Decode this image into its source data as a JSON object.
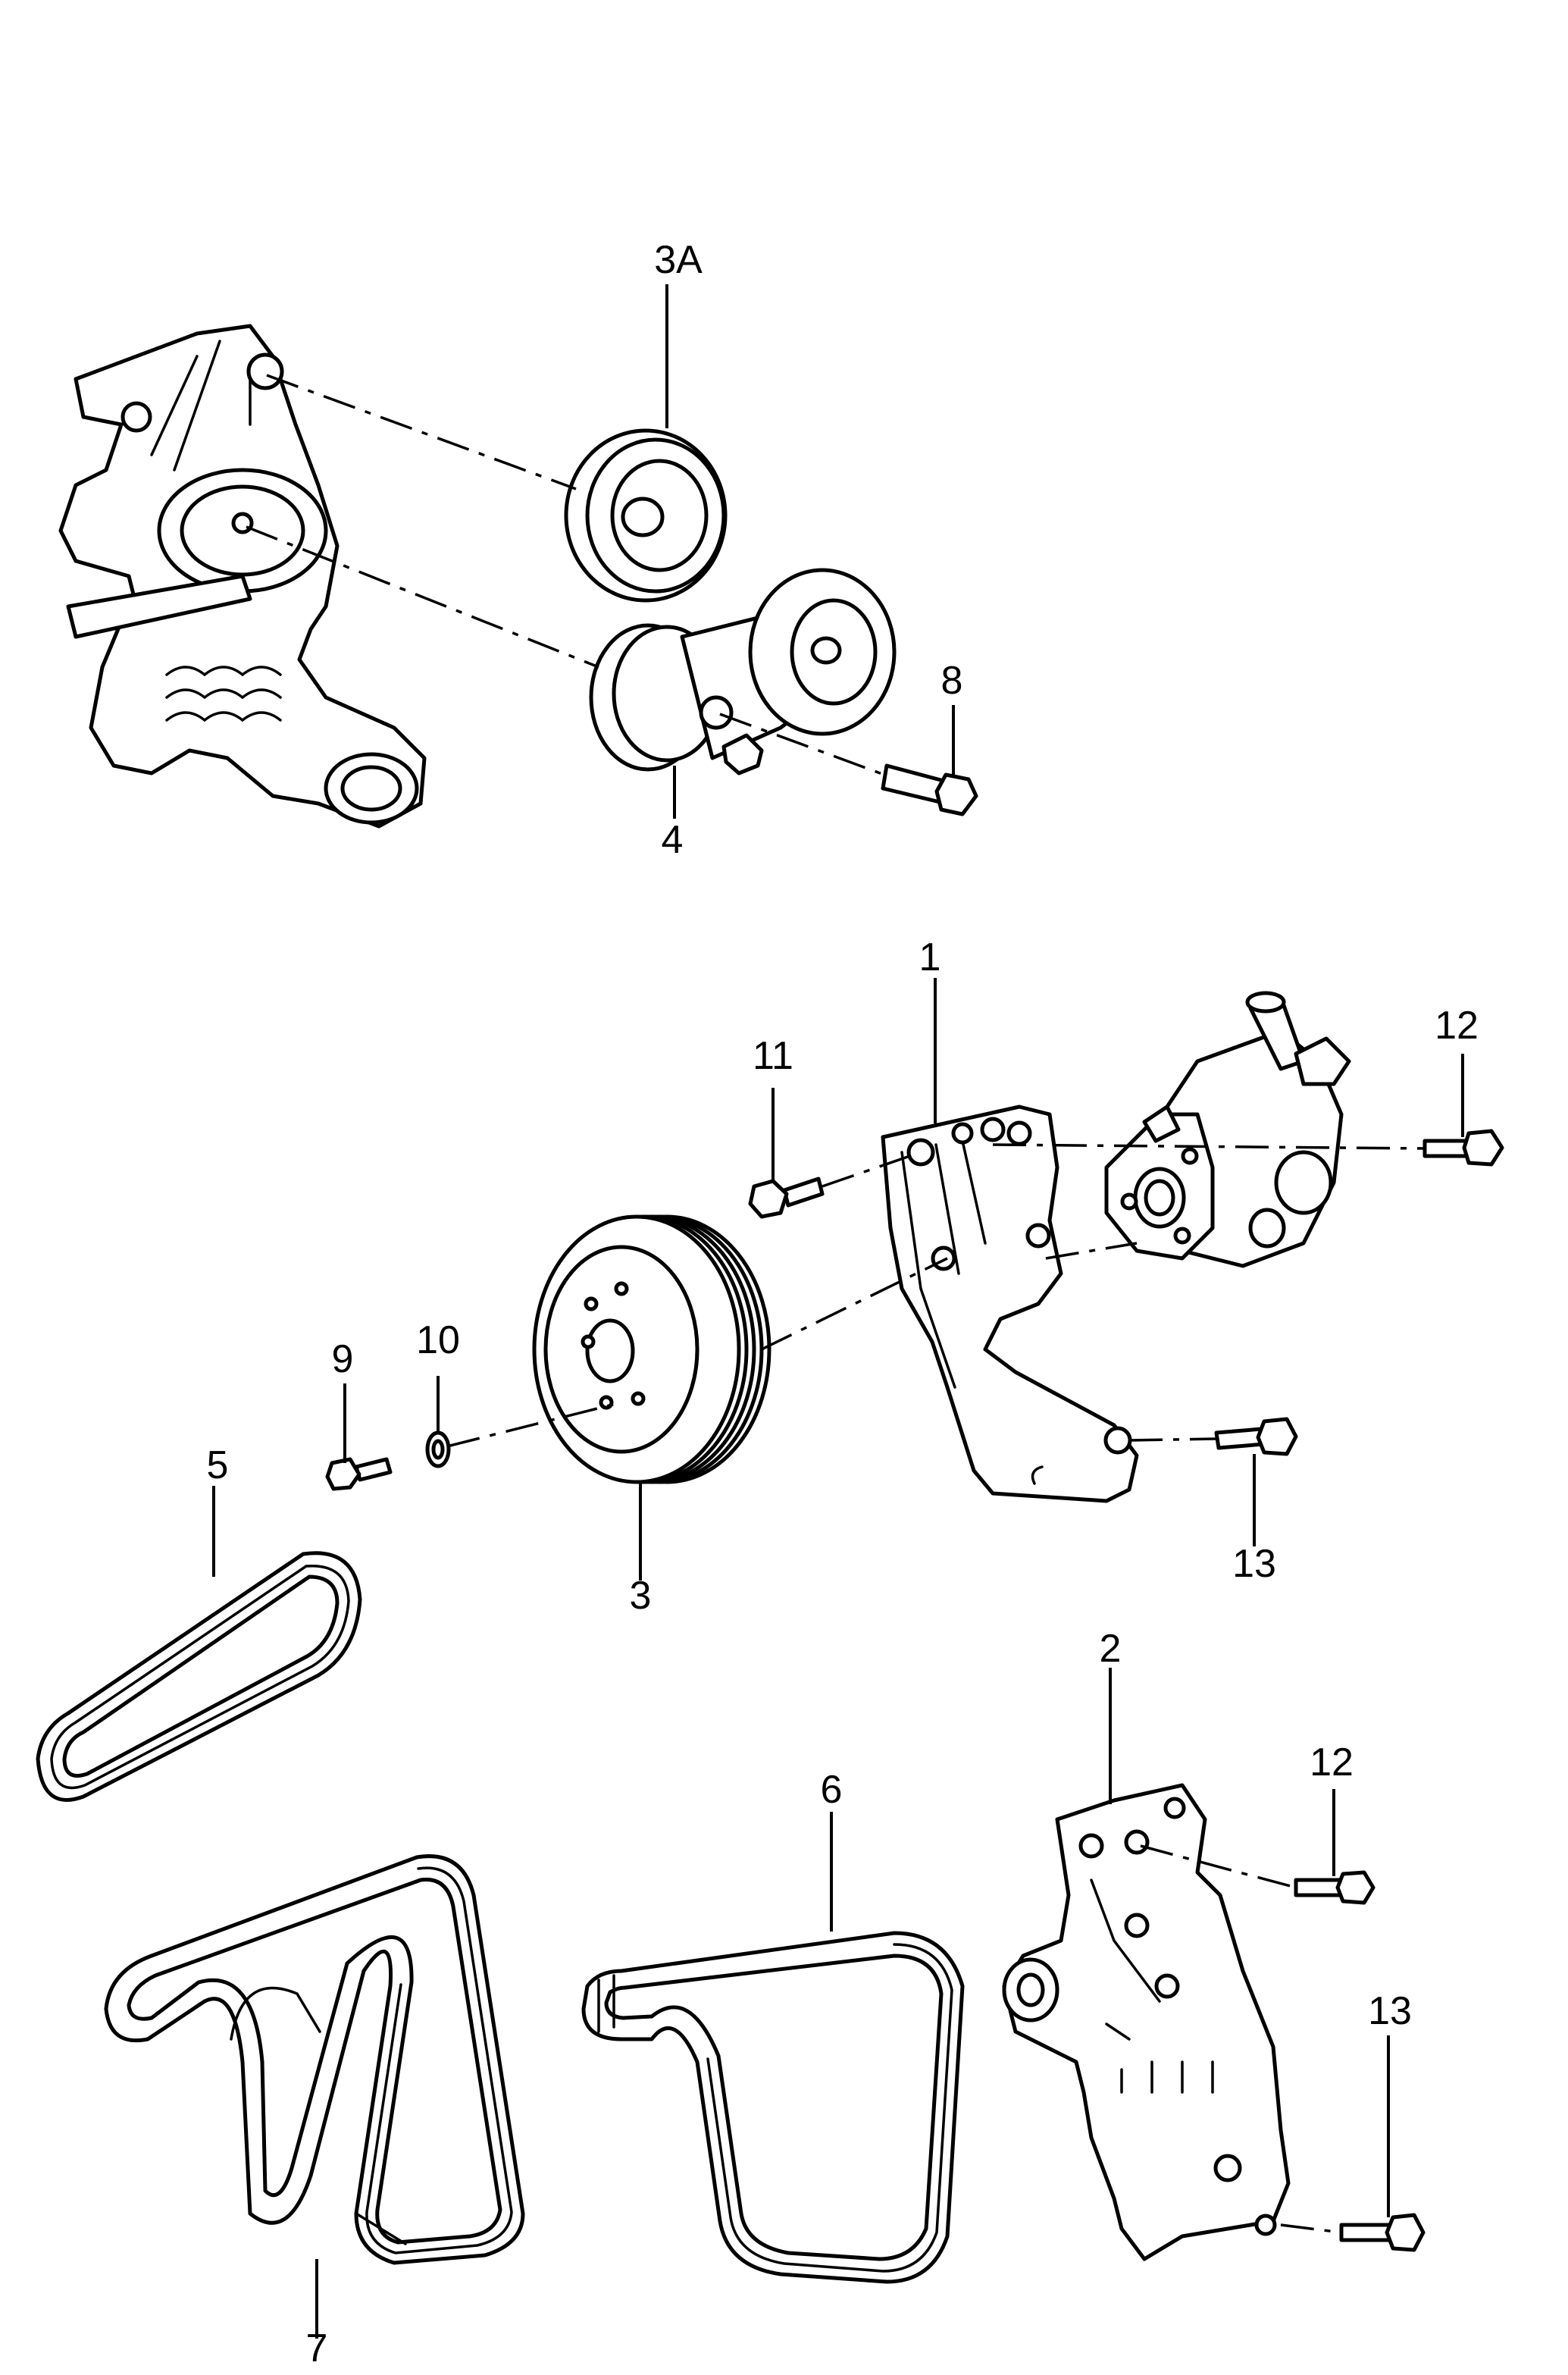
{
  "callouts": {
    "c1": "1",
    "c2": "2",
    "c3": "3",
    "c3a": "3A",
    "c4": "4",
    "c5": "5",
    "c6": "6",
    "c7": "7",
    "c8": "8",
    "c9": "9",
    "c10": "10",
    "c11": "11",
    "c12a": "12",
    "c12b": "12",
    "c13a": "13",
    "c13b": "13"
  }
}
